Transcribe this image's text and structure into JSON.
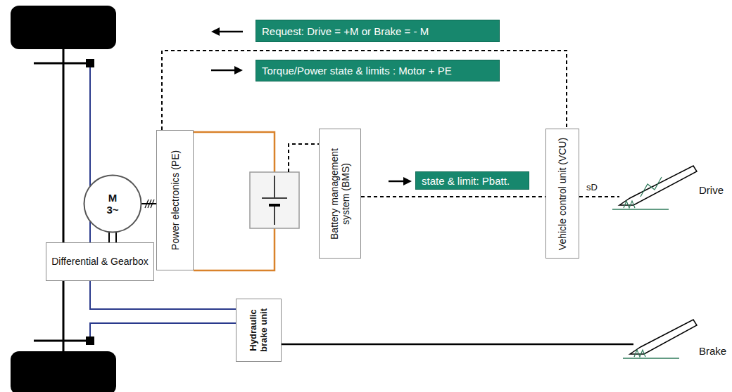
{
  "diagram": {
    "nodes": [
      {
        "text": [
          "Request: Drive = +M or Brake = - M"
        ]
      },
      {
        "text": [
          "Torque/Power state & limits : Motor + PE"
        ]
      },
      {
        "text": [
          "M 3~"
        ]
      },
      {
        "text": [
          "Power electronics (PE)"
        ]
      },
      {
        "text": [
          "Battery management system (BMS)"
        ]
      },
      {
        "text": [
          "state & limit: Pbatt."
        ]
      },
      {
        "text": [
          "Vehicle control unit (VCU)"
        ]
      },
      {
        "text": [
          "Differential & Gearbox"
        ]
      },
      {
        "text": [
          "Hydraulic brake unit"
        ]
      }
    ],
    "edges": [
      {
        "from": 3,
        "to": 6,
        "arrow": "none"
      },
      {
        "from": 4,
        "to": 6,
        "arrow": "none"
      },
      {
        "from": 2,
        "to": 3,
        "arrow": "none"
      },
      {
        "from": 2,
        "to": 7,
        "arrow": "none"
      }
    ],
    "labels": [
      "sD",
      "Drive",
      "Brake"
    ]
  }
}
